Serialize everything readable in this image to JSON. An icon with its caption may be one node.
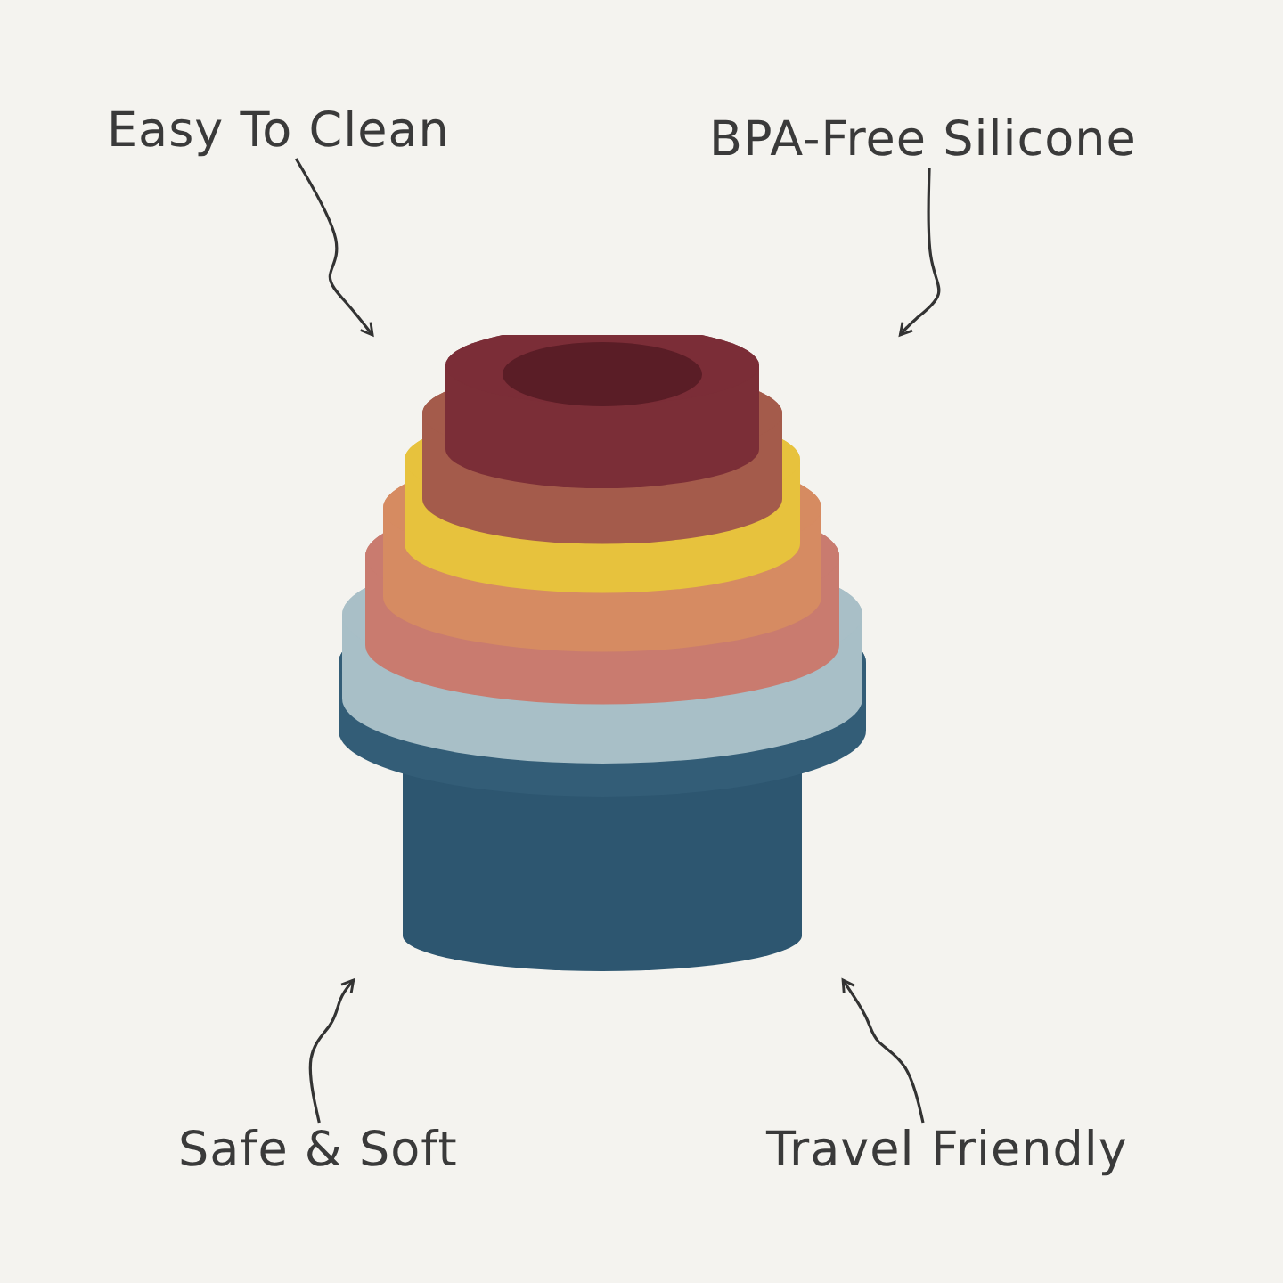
{
  "diagram": {
    "nodes": [
      {
        "text": [
          "Easy To Clean"
        ]
      },
      {
        "text": [
          "BPA-Free Silicone"
        ]
      },
      {
        "text": [],
        "shape": "picture"
      },
      {
        "text": [
          "Safe & Soft"
        ]
      },
      {
        "text": [
          "Travel Friendly"
        ]
      }
    ],
    "edges": [
      {
        "from": 0,
        "to": 2,
        "arrow": "to"
      },
      {
        "from": 1,
        "to": 2,
        "arrow": "to"
      },
      {
        "from": 3,
        "to": 2,
        "arrow": "to"
      },
      {
        "from": 4,
        "to": 2,
        "arrow": "to"
      }
    ]
  }
}
